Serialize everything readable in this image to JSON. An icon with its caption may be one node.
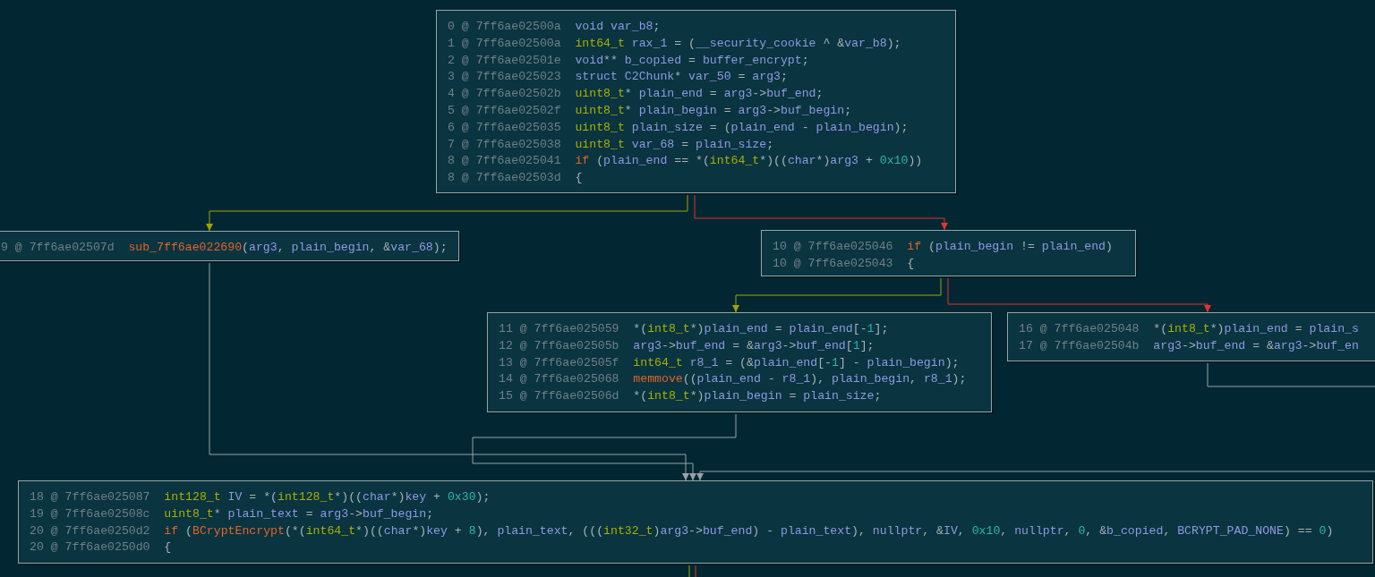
{
  "diagram": {
    "nodes": [
      {
        "text": [
          "0 @ 7ff6ae02500a void var_b8;",
          "1 @ 7ff6ae02500a int64_t rax_1 = (__security_cookie ^ &var_b8);",
          "2 @ 7ff6ae02501e void** b_copied = buffer_encrypt;",
          "3 @ 7ff6ae025023 struct C2Chunk* var_50 = arg3;",
          "4 @ 7ff6ae02502b uint8_t* plain_end = arg3->buf_end;",
          "5 @ 7ff6ae02502f uint8_t* plain_begin = arg3->buf_begin;",
          "6 @ 7ff6ae025035 uint8_t plain_size = (plain_end - plain_begin);",
          "7 @ 7ff6ae025038 uint8_t var_68 = plain_size;",
          "8 @ 7ff6ae025041 if (plain_end == *(int64_t*)((char*)arg3 + 0x10))",
          "8 @ 7ff6ae02503d {"
        ]
      },
      {
        "text": [
          "9 @ 7ff6ae02507d sub_7ff6ae022690(arg3, plain_begin, &var_68);"
        ]
      },
      {
        "text": [
          "10 @ 7ff6ae025046 if (plain_begin != plain_end)",
          "10 @ 7ff6ae025043 {"
        ]
      },
      {
        "text": [
          "11 @ 7ff6ae025059 *(int8_t*)plain_end = plain_end[-1];",
          "12 @ 7ff6ae02505b arg3->buf_end = &arg3->buf_end[1];",
          "13 @ 7ff6ae02505f int64_t r8_1 = (&plain_end[-1] - plain_begin);",
          "14 @ 7ff6ae025068 memmove((plain_end - r8_1), plain_begin, r8_1);",
          "15 @ 7ff6ae02506d *(int8_t*)plain_begin = plain_size;"
        ]
      },
      {
        "text": [
          "16 @ 7ff6ae025048 *(int8_t*)plain_end = plain_s",
          "17 @ 7ff6ae02504b arg3->buf_end = &arg3->buf_en"
        ]
      },
      {
        "text": [
          "18 @ 7ff6ae025087 int128_t IV = *(int128_t*)((char*)key + 0x30);",
          "19 @ 7ff6ae02508c uint8_t* plain_text = arg3->buf_begin;",
          "20 @ 7ff6ae0250d2 if (BCryptEncrypt(*(int64_t*)((char*)key + 8), plain_text, (((int32_t)arg3->buf_end) - plain_text), nullptr, &IV, 0x10, nullptr, 0, &b_copied, BCRYPT_PAD_NONE) == 0)",
          "20 @ 7ff6ae0250d0 {"
        ]
      }
    ],
    "edges": [
      {
        "from": 0,
        "to": 1,
        "arrow": "to",
        "color": "#a3a300"
      },
      {
        "from": 0,
        "to": 2,
        "arrow": "to",
        "color": "#e0352b"
      },
      {
        "from": 2,
        "to": 3,
        "arrow": "to",
        "color": "#a3a300"
      },
      {
        "from": 2,
        "to": 4,
        "arrow": "to",
        "color": "#e0352b"
      },
      {
        "from": 1,
        "to": 5,
        "arrow": "to",
        "color": "#97a3a6"
      },
      {
        "from": 3,
        "to": 5,
        "arrow": "to",
        "color": "#97a3a6"
      },
      {
        "from": 4,
        "to": 5,
        "arrow": "to",
        "color": "#97a3a6"
      },
      {
        "from": 5,
        "to": null,
        "arrow": "none",
        "color": "#a3a300"
      },
      {
        "from": 5,
        "to": null,
        "arrow": "none",
        "color": "#e0352b"
      }
    ]
  }
}
